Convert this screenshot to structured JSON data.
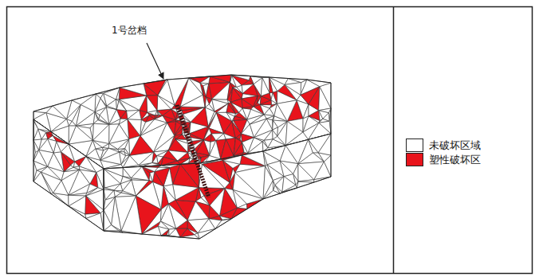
{
  "diagram": {
    "labels": [
      "1号岔档"
    ],
    "legend": [
      {
        "text": "未破坏区域",
        "color": "#ffffff"
      },
      {
        "text": "塑性破坏区",
        "color": "#e8141c"
      }
    ]
  }
}
